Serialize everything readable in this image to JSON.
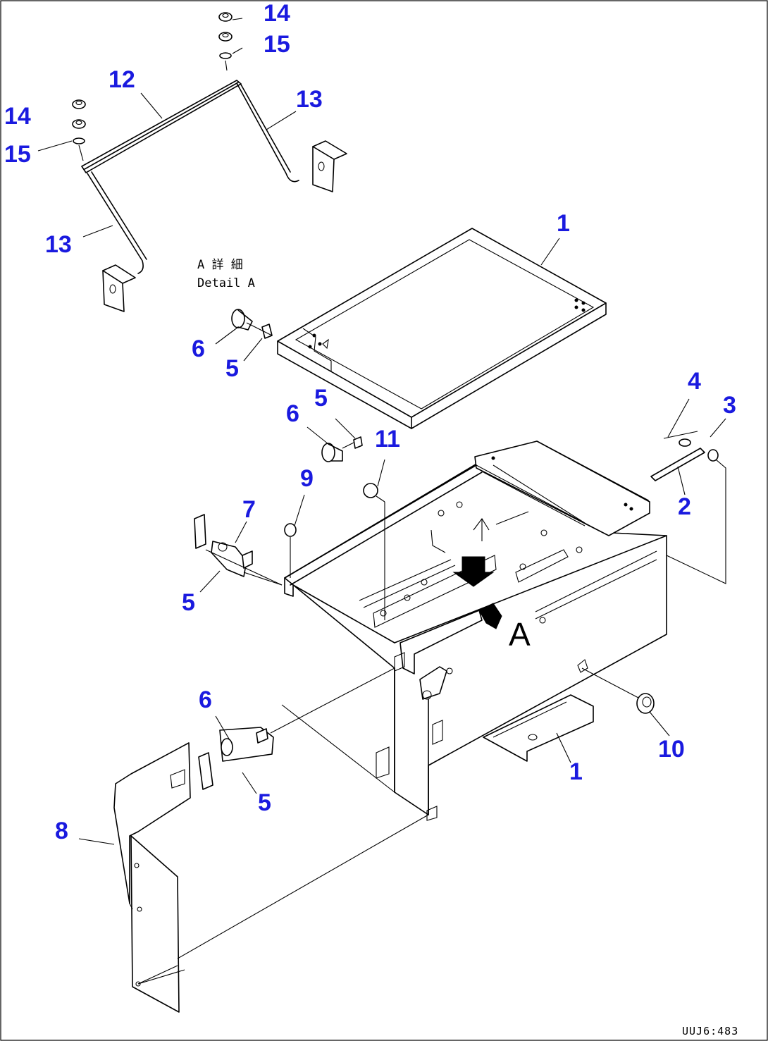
{
  "detail_label": {
    "jp": "A 詳 細",
    "en": "Detail A"
  },
  "view_marker": "A",
  "drawing_code": "UUJ6:483",
  "callouts": [
    {
      "id": "c-14-top",
      "text": "14"
    },
    {
      "id": "c-15-top",
      "text": "15"
    },
    {
      "id": "c-12",
      "text": "12"
    },
    {
      "id": "c-13-right",
      "text": "13"
    },
    {
      "id": "c-14-left",
      "text": "14"
    },
    {
      "id": "c-15-left",
      "text": "15"
    },
    {
      "id": "c-13-left",
      "text": "13"
    },
    {
      "id": "c-1-top",
      "text": "1"
    },
    {
      "id": "c-6-a",
      "text": "6"
    },
    {
      "id": "c-5-a",
      "text": "5"
    },
    {
      "id": "c-5-b",
      "text": "5"
    },
    {
      "id": "c-6-b",
      "text": "6"
    },
    {
      "id": "c-11",
      "text": "11"
    },
    {
      "id": "c-4",
      "text": "4"
    },
    {
      "id": "c-3",
      "text": "3"
    },
    {
      "id": "c-2",
      "text": "2"
    },
    {
      "id": "c-9",
      "text": "9"
    },
    {
      "id": "c-7",
      "text": "7"
    },
    {
      "id": "c-5-c",
      "text": "5"
    },
    {
      "id": "c-6-c",
      "text": "6"
    },
    {
      "id": "c-10",
      "text": "10"
    },
    {
      "id": "c-1-bottom",
      "text": "1"
    },
    {
      "id": "c-5-d",
      "text": "5"
    },
    {
      "id": "c-8",
      "text": "8"
    }
  ],
  "colors": {
    "callout": "#1a1adf",
    "line": "#000000",
    "background": "#ffffff"
  }
}
